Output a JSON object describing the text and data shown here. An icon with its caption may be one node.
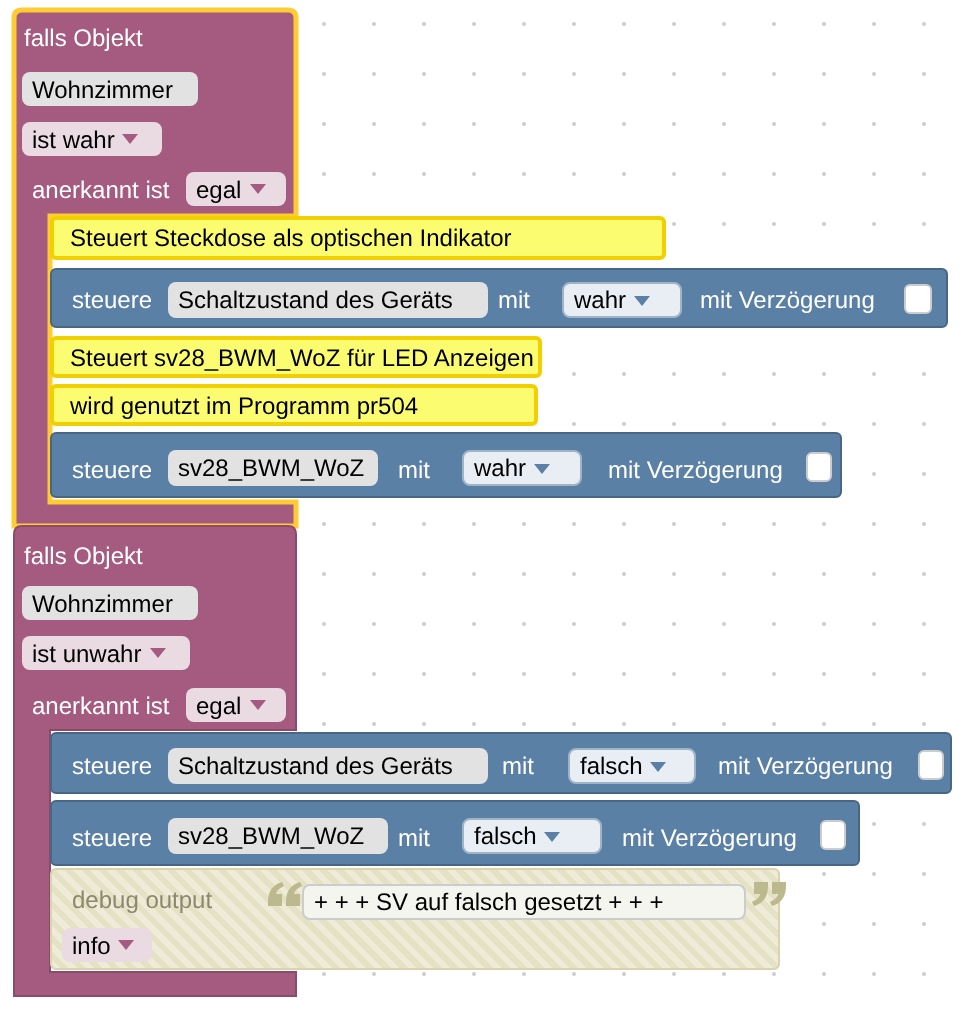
{
  "diagram": {
    "nodes": [
      {
        "text": [
          "falls Objekt",
          "anerkannt ist"
        ]
      },
      {
        "text": [
          "Wohnzimmer"
        ],
        "in": 0
      },
      {
        "text": [
          "ist wahr"
        ],
        "in": 0
      },
      {
        "text": [
          "egal"
        ],
        "in": 0
      },
      {
        "text": [
          "Steuert Steckdose als optischen Indikator"
        ]
      },
      {
        "text": [
          "steuere",
          "mit",
          "mit Verzögerung"
        ]
      },
      {
        "text": [
          "Schaltzustand des Geräts"
        ],
        "in": 5
      },
      {
        "text": [
          "wahr"
        ],
        "in": 5
      },
      {
        "text": [],
        "shape": "box",
        "in": 5
      },
      {
        "text": [
          "Steuert sv28_BWM_WoZ für LED Anzeigen"
        ]
      },
      {
        "text": [
          "wird genutzt im Programm pr504"
        ]
      },
      {
        "text": [
          "steuere",
          "mit",
          "mit Verzögerung"
        ]
      },
      {
        "text": [
          "sv28_BWM_WoZ"
        ],
        "in": 11
      },
      {
        "text": [
          "wahr"
        ],
        "in": 11
      },
      {
        "text": [],
        "shape": "box",
        "in": 11
      },
      {
        "text": [
          "falls Objekt",
          "anerkannt ist"
        ]
      },
      {
        "text": [
          "Wohnzimmer"
        ],
        "in": 15
      },
      {
        "text": [
          "ist unwahr"
        ],
        "in": 15
      },
      {
        "text": [
          "egal"
        ],
        "in": 15
      },
      {
        "text": [
          "steuere",
          "mit",
          "mit Verzögerung"
        ]
      },
      {
        "text": [
          "Schaltzustand des Geräts"
        ],
        "in": 19
      },
      {
        "text": [
          "falsch"
        ],
        "in": 19
      },
      {
        "text": [],
        "shape": "box",
        "in": 19
      },
      {
        "text": [
          "steuere",
          "mit",
          "mit Verzögerung"
        ]
      },
      {
        "text": [
          "sv28_BWM_WoZ"
        ],
        "in": 23
      },
      {
        "text": [
          "falsch"
        ],
        "in": 23
      },
      {
        "text": [],
        "shape": "box",
        "in": 23
      },
      {
        "text": [
          "debug output"
        ]
      },
      {
        "text": [
          "+ + + SV auf falsch gesetzt + + +"
        ],
        "in": 27
      },
      {
        "text": [
          "info"
        ],
        "in": 27
      }
    ]
  }
}
